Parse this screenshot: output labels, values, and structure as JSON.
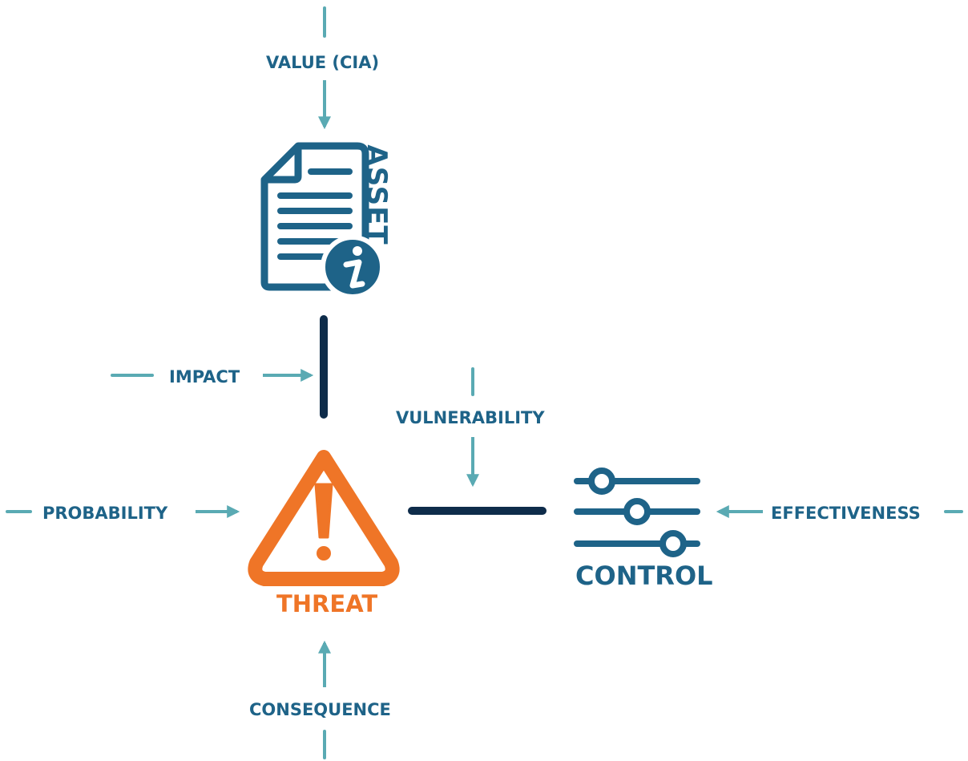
{
  "labels": {
    "value": "VALUE (CIA)",
    "asset": "ASSET",
    "impact": "IMPACT",
    "vulnerability": "VULNERABILITY",
    "probability": "PROBABILITY",
    "effectiveness": "EFFECTIVENESS",
    "threat": "THREAT",
    "control": "CONTROL",
    "consequence": "CONSEQUENCE"
  },
  "icons": {
    "asset": "document-info-icon",
    "threat": "warning-triangle-icon",
    "control": "sliders-icon"
  },
  "colors": {
    "label_blue": "#1e6388",
    "arrow_teal": "#5aaab3",
    "connector_navy": "#0e2c4a",
    "threat_orange": "#ef7527"
  }
}
